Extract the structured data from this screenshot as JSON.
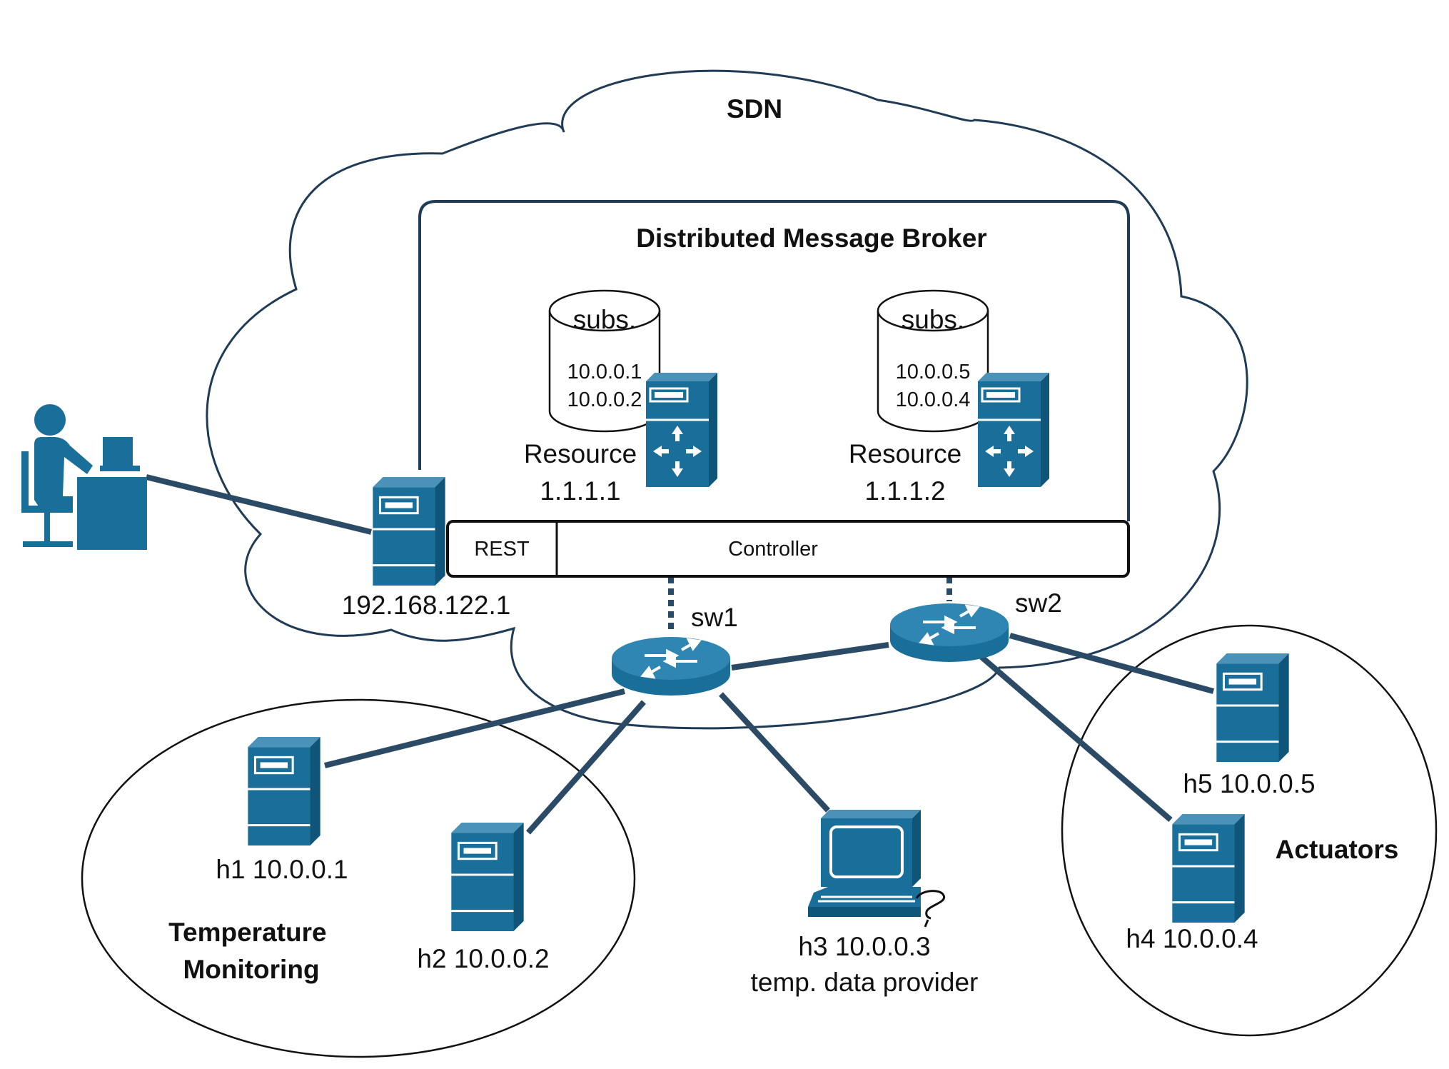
{
  "sdn_label": "SDN",
  "broker_label": "Distributed Message Broker",
  "resources": [
    {
      "db_label": "subs.",
      "db_entries": [
        "10.0.0.1",
        "10.0.0.2"
      ],
      "label": "Resource",
      "address": "1.1.1.1"
    },
    {
      "db_label": "subs.",
      "db_entries": [
        "10.0.0.5",
        "10.0.0.4"
      ],
      "label": "Resource",
      "address": "1.1.1.2"
    }
  ],
  "controller_bar": {
    "rest_label": "REST",
    "controller_label": "Controller"
  },
  "gateway": {
    "address": "192.168.122.1"
  },
  "switches": [
    {
      "name": "sw1"
    },
    {
      "name": "sw2"
    }
  ],
  "hosts": [
    {
      "label": "h1 10.0.0.1"
    },
    {
      "label": "h2 10.0.0.2"
    },
    {
      "label": "h3 10.0.0.3",
      "sublabel": "temp. data provider"
    },
    {
      "label": "h4 10.0.0.4"
    },
    {
      "label": "h5 10.0.0.5"
    }
  ],
  "groups": {
    "temperature": [
      "Temperature",
      "Monitoring"
    ],
    "actuators": "Actuators"
  },
  "colors": {
    "device_blue": "#1a6e9a",
    "link": "#2b4a66",
    "outline": "#1f3b55"
  }
}
